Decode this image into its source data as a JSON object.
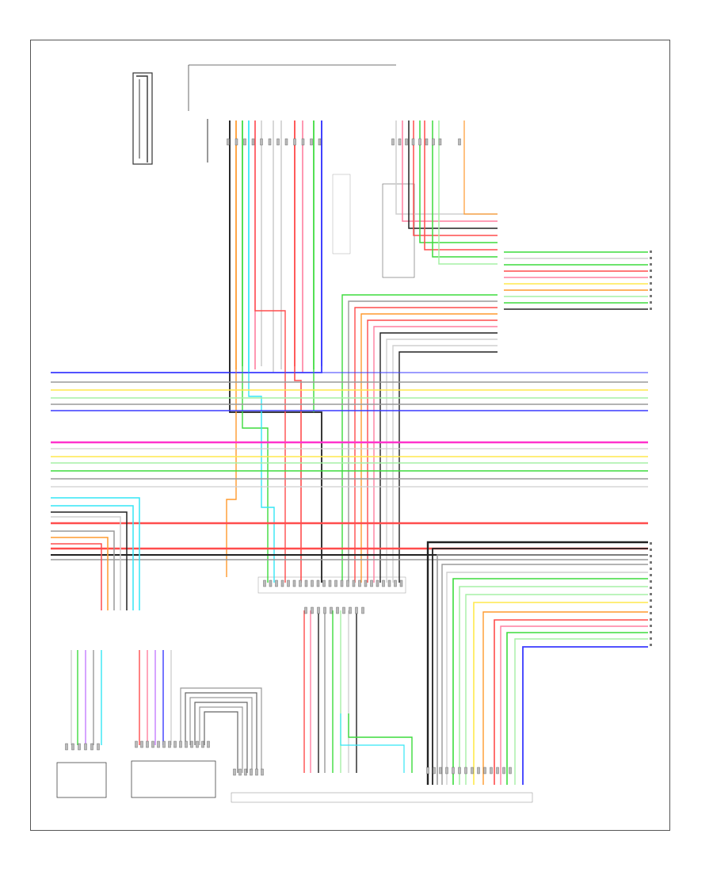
{
  "diagram": {
    "figure_id": "",
    "colors": {
      "black": "#222222",
      "red": "#ff4d4d",
      "pink": "#ff7f9f",
      "magenta": "#ff33cc",
      "green": "#3ddc3d",
      "lightgreen": "#a6f0a6",
      "blue": "#3a3aff",
      "lightblue": "#9fd3ff",
      "cyan": "#33e6f5",
      "yellow": "#ffe94d",
      "orange": "#ff9a2e",
      "violet": "#c47cff",
      "gray": "#9a9a9a",
      "lightgray": "#cfcfcf",
      "brown": "#a0522d",
      "white": "#eeeeee"
    },
    "components": [
      {
        "id": "antenna-lead",
        "label": ""
      },
      {
        "id": "audio-unit-top",
        "label": ""
      },
      {
        "id": "connector-top-left",
        "label": ""
      },
      {
        "id": "connector-top-right",
        "label": ""
      },
      {
        "id": "rear-connector-block",
        "label": ""
      },
      {
        "id": "center-connector-left",
        "label": ""
      },
      {
        "id": "center-connector-right",
        "label": ""
      },
      {
        "id": "speaker-left-front",
        "label": ""
      },
      {
        "id": "speaker-left-rear",
        "label": ""
      },
      {
        "id": "amplifier-bottom",
        "label": ""
      },
      {
        "id": "bottom-right-unit",
        "label": ""
      }
    ]
  }
}
